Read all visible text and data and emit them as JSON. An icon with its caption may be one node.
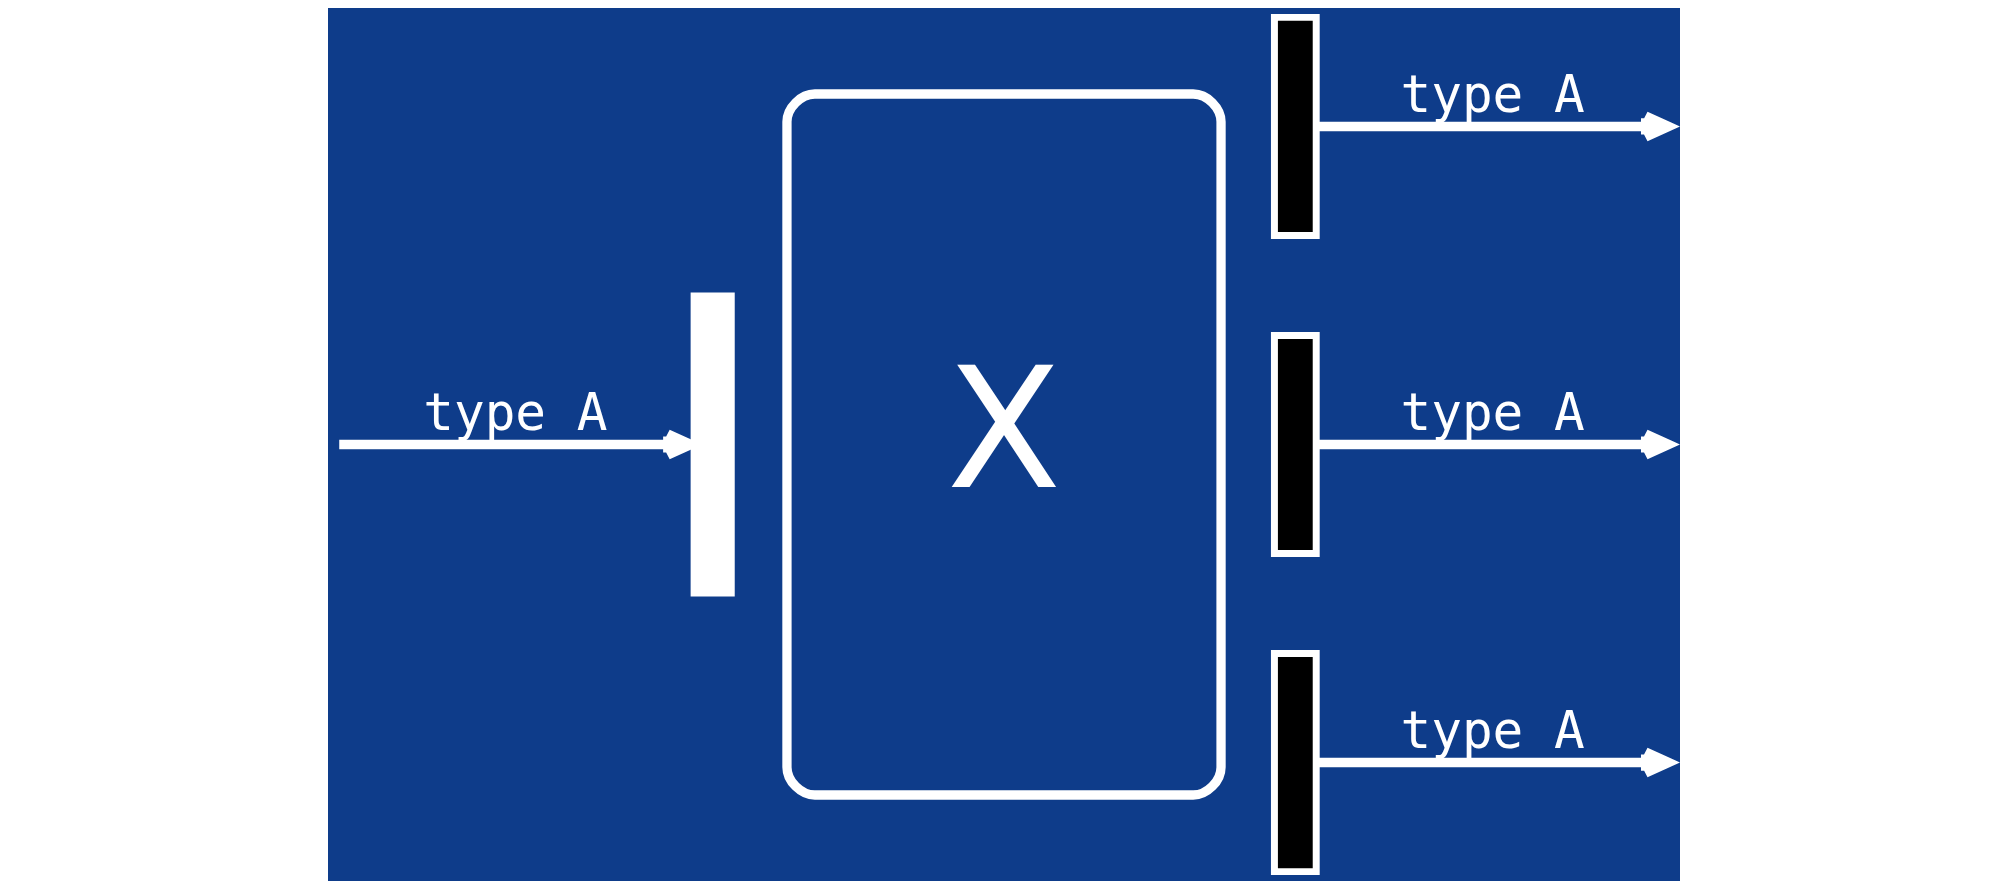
{
  "diagram": {
    "nodes": [
      {
        "text": [
          "X"
        ]
      },
      {
        "text": [],
        "shape": "bar"
      },
      {
        "text": [],
        "shape": "bar"
      },
      {
        "text": [],
        "shape": "bar"
      },
      {
        "text": [],
        "shape": "bar"
      }
    ],
    "edges": [
      {
        "from": null,
        "to": 1,
        "arrow": "to",
        "label": "type A"
      },
      {
        "from": 2,
        "to": null,
        "arrow": "to",
        "label": "type A"
      },
      {
        "from": 3,
        "to": null,
        "arrow": "to",
        "label": "type A"
      },
      {
        "from": 4,
        "to": null,
        "arrow": "to",
        "label": "type A"
      }
    ]
  }
}
